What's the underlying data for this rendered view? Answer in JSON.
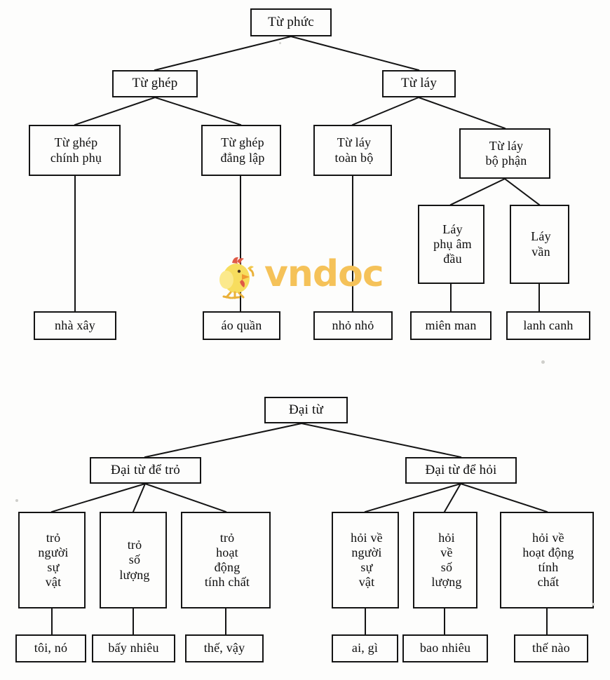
{
  "page": {
    "title": "Sơ đồ Từ phức và Đại từ",
    "background_color": "#fdfdfc",
    "ink_color": "#141414"
  },
  "watermark": {
    "text": "vndoc",
    "color": "#f5c259",
    "mascot": "chick-icon",
    "mascot_colors": {
      "body": "#f7dd5e",
      "comb": "#e05a47",
      "beak": "#ef9a32",
      "feet": "#eab13a"
    }
  },
  "diagram_top": {
    "name": "Từ phức",
    "root": {
      "id": "tu-phuc",
      "label": "Từ phức"
    },
    "level2": [
      {
        "id": "tu-ghep",
        "label": "Từ ghép"
      },
      {
        "id": "tu-lay",
        "label": "Từ láy"
      }
    ],
    "level3": [
      {
        "id": "tu-ghep-chinh-phu",
        "lines": [
          "Từ ghép",
          "chính phụ"
        ]
      },
      {
        "id": "tu-ghep-dang-lap",
        "lines": [
          "Từ ghép",
          "đẳng lập"
        ]
      },
      {
        "id": "tu-lay-toan-bo",
        "lines": [
          "Từ láy",
          "toàn bộ"
        ]
      },
      {
        "id": "tu-lay-bo-phan",
        "lines": [
          "Từ láy",
          "bộ phận"
        ]
      }
    ],
    "level4": [
      {
        "id": "lay-phu-am-dau",
        "lines": [
          "Láy",
          "phụ âm",
          "đầu"
        ]
      },
      {
        "id": "lay-van",
        "lines": [
          "Láy",
          "vần"
        ]
      }
    ],
    "examples": [
      {
        "id": "nha-xay",
        "label": "nhà xây"
      },
      {
        "id": "ao-quan",
        "label": "áo quần"
      },
      {
        "id": "nho-nho",
        "label": "nhỏ nhỏ"
      },
      {
        "id": "mien-man",
        "label": "miên man"
      },
      {
        "id": "lanh-canh",
        "label": "lanh canh"
      }
    ]
  },
  "diagram_bottom": {
    "name": "Đại từ",
    "root": {
      "id": "dai-tu",
      "label": "Đại từ"
    },
    "level2": [
      {
        "id": "dai-tu-de-tro",
        "label": "Đại từ để trỏ"
      },
      {
        "id": "dai-tu-de-hoi",
        "label": "Đại từ để hỏi"
      }
    ],
    "level3": [
      {
        "id": "tro-nguoi-su-vat",
        "lines": [
          "trỏ",
          "người",
          "sự",
          "vật"
        ]
      },
      {
        "id": "tro-so-luong",
        "lines": [
          "trỏ",
          "số",
          "lượng"
        ]
      },
      {
        "id": "tro-hoat-dong-tinh-chat",
        "lines": [
          "trỏ",
          "hoạt",
          "động",
          "tính chất"
        ]
      },
      {
        "id": "hoi-ve-nguoi-su-vat",
        "lines": [
          "hỏi về",
          "người",
          "sự",
          "vật"
        ]
      },
      {
        "id": "hoi-ve-so-luong",
        "lines": [
          "hỏi",
          "về",
          "số",
          "lượng"
        ]
      },
      {
        "id": "hoi-ve-hoat-dong-tinh-chat",
        "lines": [
          "hỏi về",
          "hoạt động",
          "tính",
          "chất"
        ]
      }
    ],
    "examples": [
      {
        "id": "toi-no",
        "label": "tôi, nó"
      },
      {
        "id": "bay-nhieu",
        "label": "bấy nhiêu"
      },
      {
        "id": "the-vay",
        "label": "thế, vậy"
      },
      {
        "id": "ai-gi",
        "label": "ai, gì"
      },
      {
        "id": "bao-nhieu",
        "label": "bao nhiêu"
      },
      {
        "id": "the-nao",
        "label": "thế nào"
      }
    ]
  }
}
